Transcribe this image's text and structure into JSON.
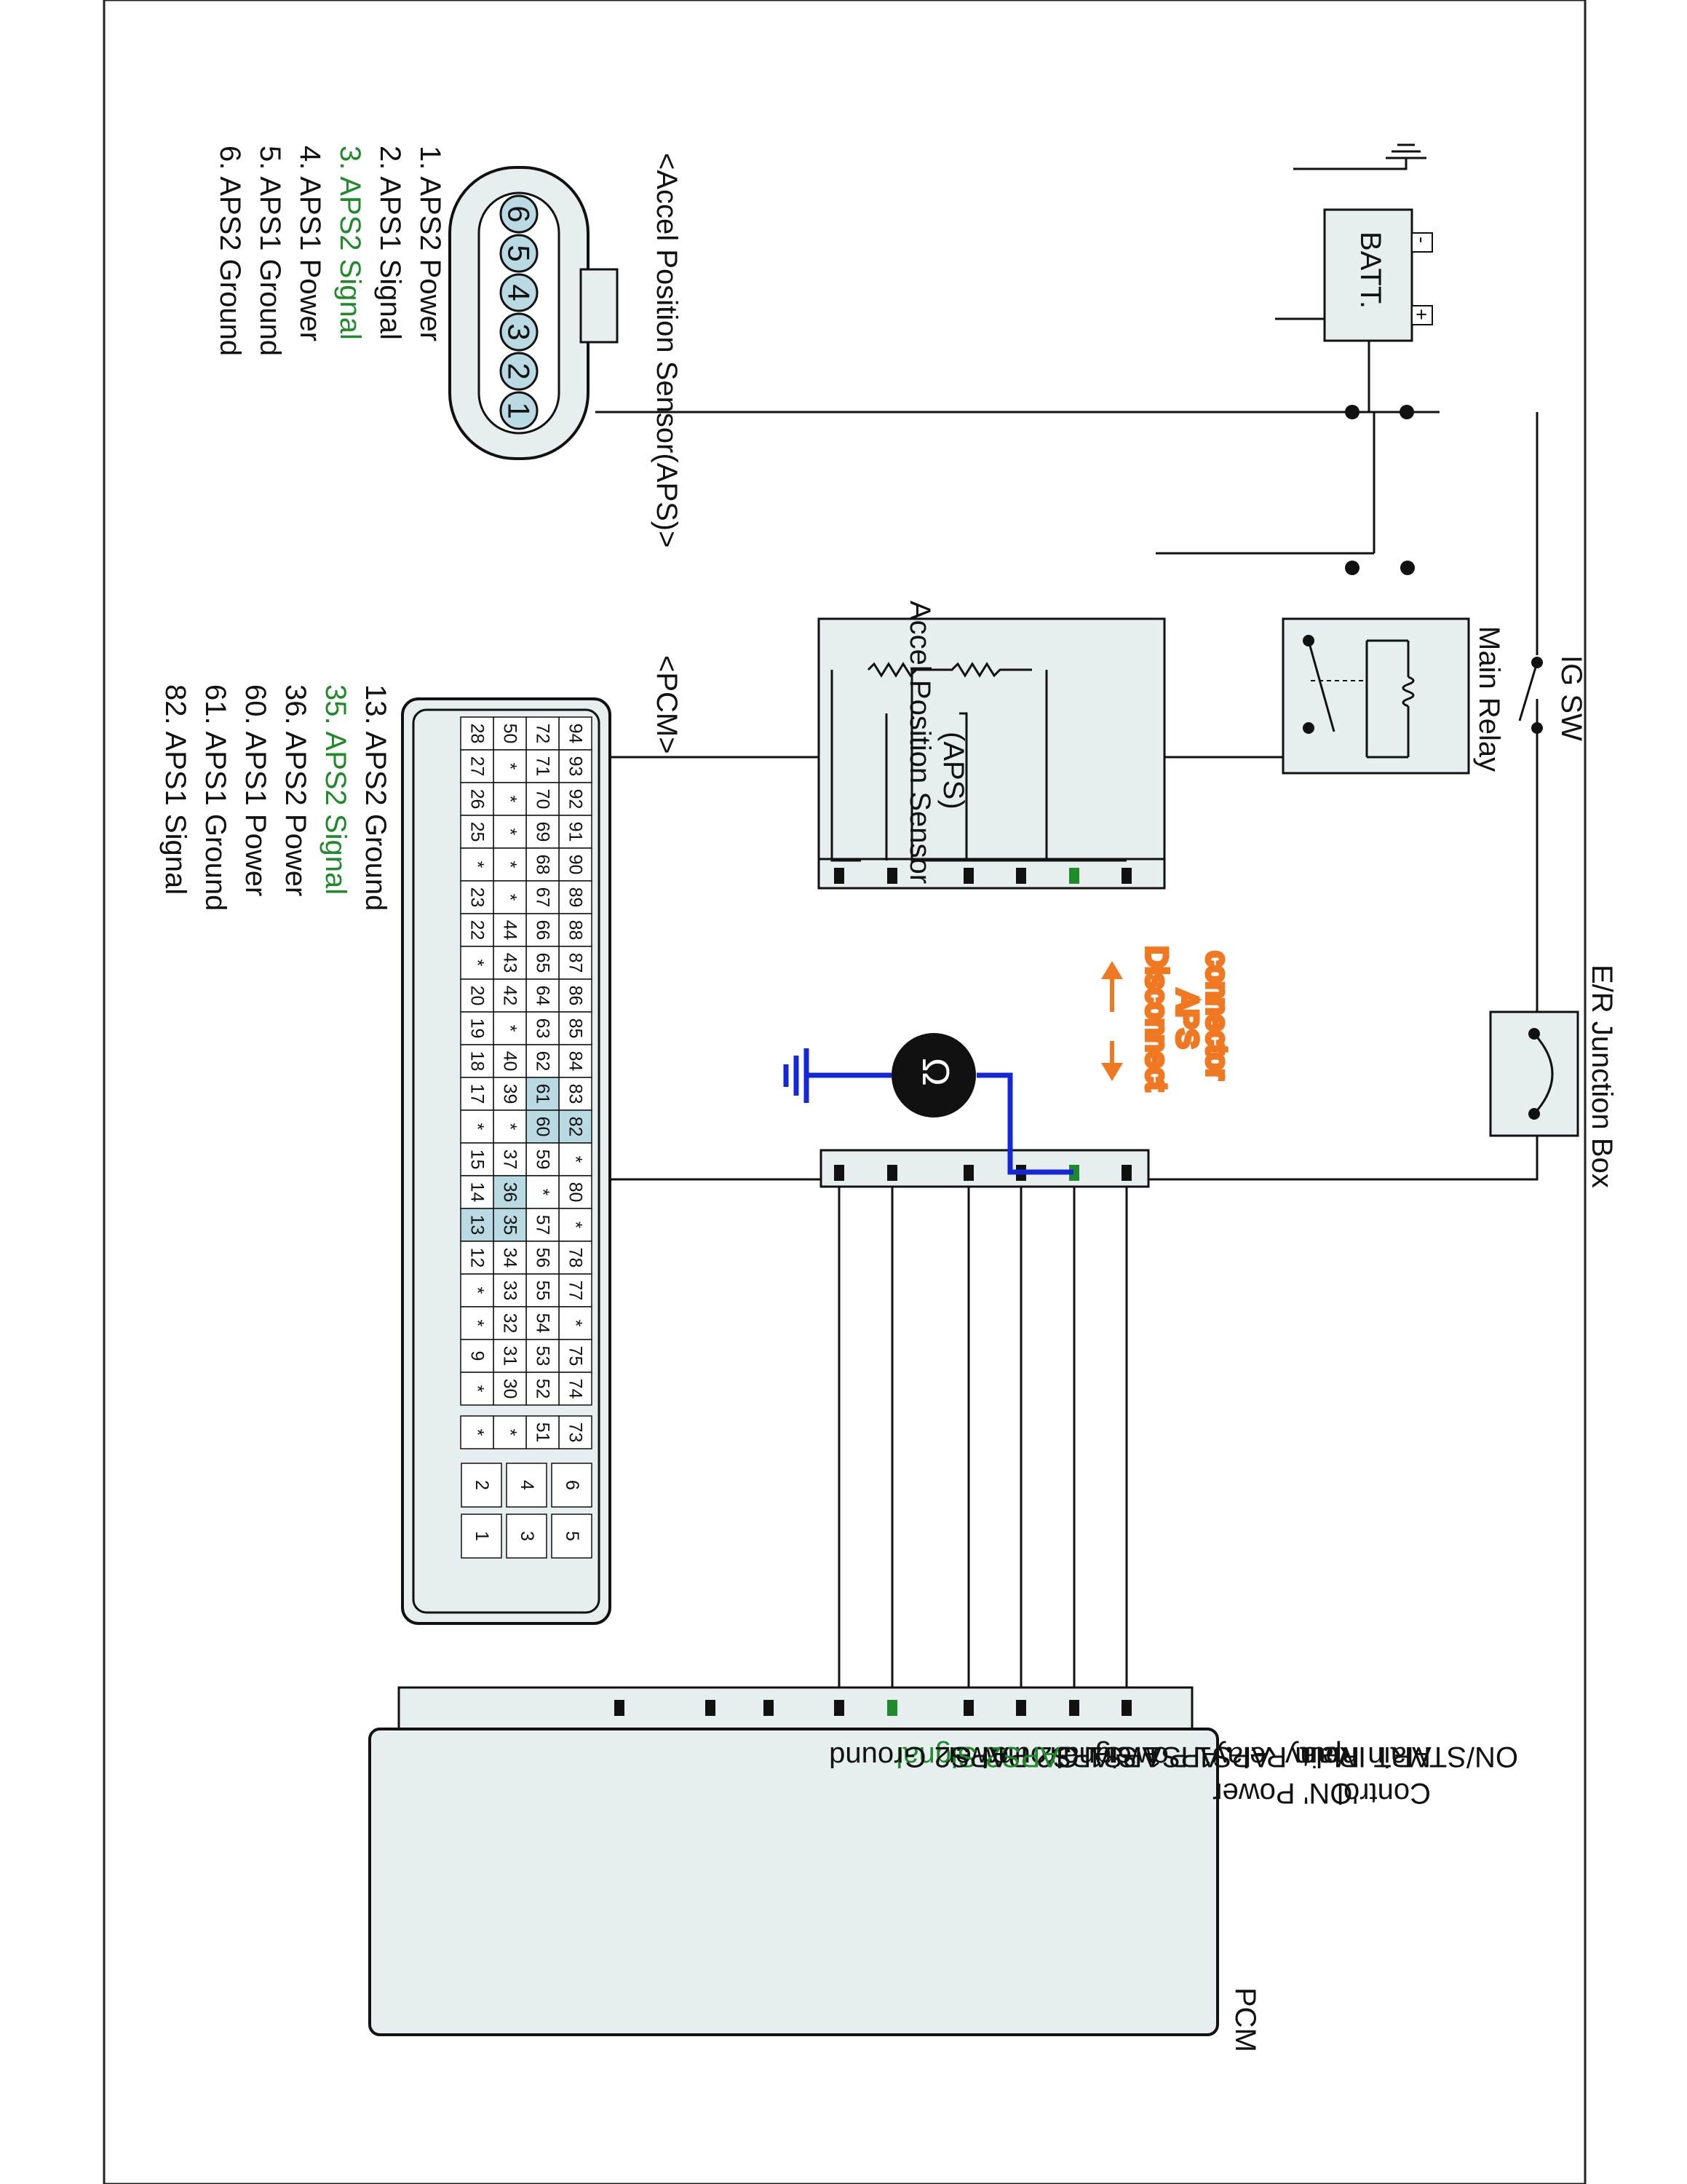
{
  "diagram": {
    "battery_label": "BATT.",
    "battery_pos": "+",
    "battery_neg": "-",
    "ig_sw_label": "IG SW",
    "main_relay_label": "Main Relay",
    "junction_box_label": "E/R Junction Box",
    "aps_sensor_label_line1": "Accel Position Sensor",
    "aps_sensor_label_line2": "(APS)",
    "disconnect_line1": "Disconnect",
    "disconnect_line2": "APS",
    "disconnect_line3": "connector",
    "pcm_label": "PCM",
    "pcm_pins": [
      "ON/START Input",
      "Main Relay",
      "Control",
      "Main Relay",
      "'ON' Power",
      "APS1 Power",
      "APS1 Signal",
      "APS1 Ground",
      "APS2 Power",
      "APS2 Signal",
      "APS2 Ground"
    ]
  },
  "aps_connector": {
    "title": "<Accel Position Sensor(APS)>",
    "pin_numbers": [
      "6",
      "5",
      "4",
      "3",
      "2",
      "1"
    ],
    "legend": [
      "1. APS2 Power",
      "2. APS1 Signal",
      "3. APS2 Signal",
      "4. APS1 Power",
      "5. APS1 Ground",
      "6. APS2 Ground"
    ],
    "highlight_index": 2
  },
  "pcm_connector": {
    "title": "<PCM>",
    "rows": [
      [
        "94",
        "93",
        "92",
        "91",
        "90",
        "89",
        "88",
        "87",
        "86",
        "85",
        "84",
        "83",
        "82",
        "*",
        "80",
        "*",
        "78",
        "77",
        "*",
        "75",
        "74"
      ],
      [
        "72",
        "71",
        "70",
        "69",
        "68",
        "67",
        "66",
        "65",
        "64",
        "63",
        "62",
        "61",
        "60",
        "59",
        "*",
        "57",
        "56",
        "55",
        "54",
        "53",
        "52"
      ],
      [
        "50",
        "*",
        "*",
        "*",
        "*",
        "*",
        "44",
        "43",
        "42",
        "*",
        "40",
        "39",
        "*",
        "37",
        "36",
        "35",
        "34",
        "33",
        "32",
        "31",
        "30"
      ],
      [
        "28",
        "27",
        "26",
        "25",
        "*",
        "23",
        "22",
        "*",
        "20",
        "19",
        "18",
        "17",
        "*",
        "15",
        "14",
        "13",
        "12",
        "*",
        "*",
        "9",
        "*"
      ]
    ],
    "extra_col": [
      "73",
      "51",
      "*",
      "*"
    ],
    "power_pins": [
      [
        "6",
        "4",
        "2"
      ],
      [
        "5",
        "3",
        "1"
      ]
    ],
    "highlight_pins": [
      "82",
      "61",
      "60",
      "36",
      "35",
      "13"
    ],
    "legend": [
      "13. APS2 Ground",
      "35. APS2 Signal",
      "36. APS2 Power",
      "60. APS1 Power",
      "61. APS1 Ground",
      "82. APS1 Signal"
    ],
    "highlight_index": 1
  },
  "colors": {
    "accent_green": "#1f8a2a",
    "wire_blue": "#1428d8",
    "arrow_orange": "#f07820",
    "pin_fill": "#b9d9e3",
    "box_fill": "#e6eef0"
  }
}
